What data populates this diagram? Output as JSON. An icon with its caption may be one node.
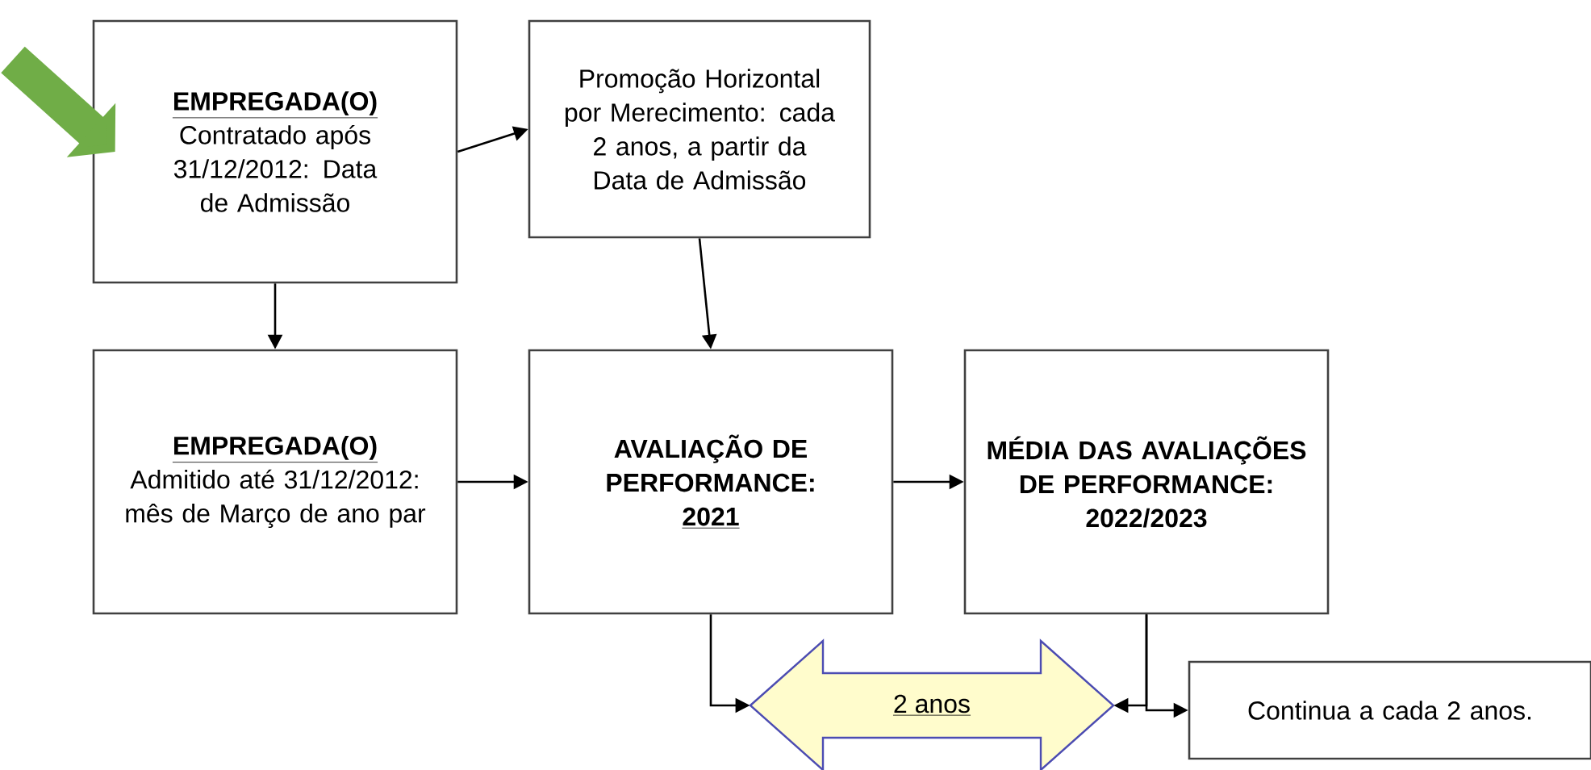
{
  "diagram": {
    "nodes": [
      {
        "text": [
          "EMPREGADA(O)",
          "Contratado após 31/12/2012: Data de Admissão"
        ]
      },
      {
        "text": [
          "Promoção Horizontal por Merecimento: cada 2 anos, a partir da Data de Admissão"
        ]
      },
      {
        "text": [
          "EMPREGADA(O)",
          "Admitido até 31/12/2012: mês de Março de ano par"
        ]
      },
      {
        "text": [
          "AVALIAÇÃO DE PERFORMANCE:",
          "2021"
        ]
      },
      {
        "text": [
          "MÉDIA DAS AVALIAÇÕES DE PERFORMANCE: 2022/2023"
        ]
      },
      {
        "text": [
          "2 anos"
        ]
      },
      {
        "text": [
          "Continua a cada 2 anos."
        ]
      }
    ],
    "edges": [
      {
        "from": null,
        "to": 0,
        "arrow": "to",
        "style": "thick",
        "color": "#70ad47"
      },
      {
        "from": 0,
        "to": 1,
        "arrow": "to"
      },
      {
        "from": 0,
        "to": 2,
        "arrow": "to"
      },
      {
        "from": 1,
        "to": 3,
        "arrow": "to"
      },
      {
        "from": 2,
        "to": 3,
        "arrow": "to"
      },
      {
        "from": 3,
        "to": 4,
        "arrow": "to"
      },
      {
        "from": 3,
        "to": 5,
        "arrow": "to"
      },
      {
        "from": 4,
        "to": 5,
        "arrow": "to"
      },
      {
        "from": 4,
        "to": 6,
        "arrow": "to"
      }
    ]
  }
}
